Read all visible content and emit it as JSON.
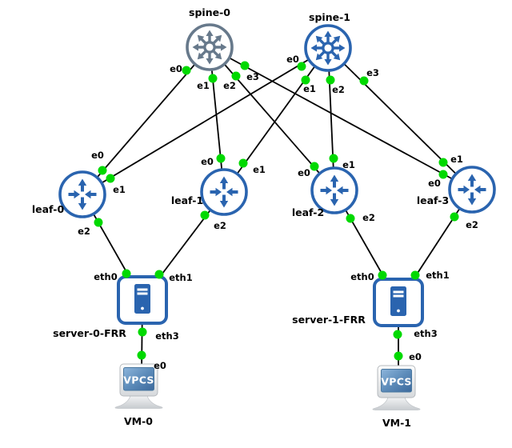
{
  "colors": {
    "background": "#ffffff",
    "link": "#000000",
    "status_up": "#00d900",
    "spine0_gray": "#67798b",
    "node_blue": "#2a64af"
  },
  "topology": {
    "nodes": [
      {
        "id": "spine-0",
        "label": "spine-0",
        "type": "multilayer-switch"
      },
      {
        "id": "spine-1",
        "label": "spine-1",
        "type": "multilayer-switch"
      },
      {
        "id": "leaf-0",
        "label": "leaf-0",
        "type": "router"
      },
      {
        "id": "leaf-1",
        "label": "leaf-1",
        "type": "router"
      },
      {
        "id": "leaf-2",
        "label": "leaf-2",
        "type": "router"
      },
      {
        "id": "leaf-3",
        "label": "leaf-3",
        "type": "router"
      },
      {
        "id": "server-0-FRR",
        "label": "server-0-FRR",
        "type": "server"
      },
      {
        "id": "server-1-FRR",
        "label": "server-1-FRR",
        "type": "server"
      },
      {
        "id": "VM-0",
        "label": "VM-0",
        "type": "vpcs"
      },
      {
        "id": "VM-1",
        "label": "VM-1",
        "type": "vpcs"
      }
    ],
    "links": [
      {
        "from": "spine-0",
        "from_port": "e0",
        "to": "leaf-0",
        "to_port": "e0",
        "status": "up"
      },
      {
        "from": "spine-0",
        "from_port": "e1",
        "to": "leaf-1",
        "to_port": "e0",
        "status": "up"
      },
      {
        "from": "spine-0",
        "from_port": "e2",
        "to": "leaf-2",
        "to_port": "e0",
        "status": "up"
      },
      {
        "from": "spine-0",
        "from_port": "e3",
        "to": "leaf-3",
        "to_port": "e0",
        "status": "up"
      },
      {
        "from": "spine-1",
        "from_port": "e0",
        "to": "leaf-0",
        "to_port": "e1",
        "status": "up"
      },
      {
        "from": "spine-1",
        "from_port": "e1",
        "to": "leaf-1",
        "to_port": "e1",
        "status": "up"
      },
      {
        "from": "spine-1",
        "from_port": "e2",
        "to": "leaf-2",
        "to_port": "e1",
        "status": "up"
      },
      {
        "from": "spine-1",
        "from_port": "e3",
        "to": "leaf-3",
        "to_port": "e1",
        "status": "up"
      },
      {
        "from": "leaf-0",
        "from_port": "e2",
        "to": "server-0-FRR",
        "to_port": "eth0",
        "status": "up"
      },
      {
        "from": "leaf-1",
        "from_port": "e2",
        "to": "server-0-FRR",
        "to_port": "eth1",
        "status": "up"
      },
      {
        "from": "leaf-2",
        "from_port": "e2",
        "to": "server-1-FRR",
        "to_port": "eth0",
        "status": "up"
      },
      {
        "from": "leaf-3",
        "from_port": "e2",
        "to": "server-1-FRR",
        "to_port": "eth1",
        "status": "up"
      },
      {
        "from": "server-0-FRR",
        "from_port": "eth3",
        "to": "VM-0",
        "to_port": "e0",
        "status": "up"
      },
      {
        "from": "server-1-FRR",
        "from_port": "eth3",
        "to": "VM-1",
        "to_port": "e0",
        "status": "up"
      }
    ],
    "vpcs_screen_text": "VPCS"
  }
}
